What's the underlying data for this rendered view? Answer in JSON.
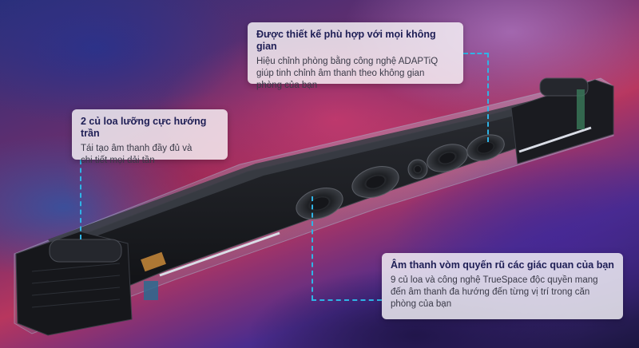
{
  "callouts": {
    "top": {
      "title": "Được thiết kế phù hợp với mọi không gian",
      "lines": [
        "Hiệu chỉnh phòng bằng công nghệ ADAPTiQ",
        "giúp tinh chỉnh âm thanh theo không gian",
        "phòng của bạn"
      ]
    },
    "left": {
      "title": "2 củ loa lưỡng cực hướng trần",
      "lines": [
        "Tái tạo âm thanh đầy đủ và",
        "chi tiết mọi dải tần"
      ]
    },
    "right": {
      "title": "Âm thanh vòm quyến rũ các giác quan của bạn",
      "lines": [
        "9 củ loa và công nghệ TrueSpace độc quyền mang",
        "đến âm thanh đa hướng đến từng vị trí trong căn",
        "phòng của bạn"
      ]
    }
  },
  "colors": {
    "connector": "#2fb4e6",
    "callout_bg": "#ffffffc7",
    "title_text": "#1e1e55"
  },
  "icons": [
    "soundbar-cutaway-illustration"
  ]
}
